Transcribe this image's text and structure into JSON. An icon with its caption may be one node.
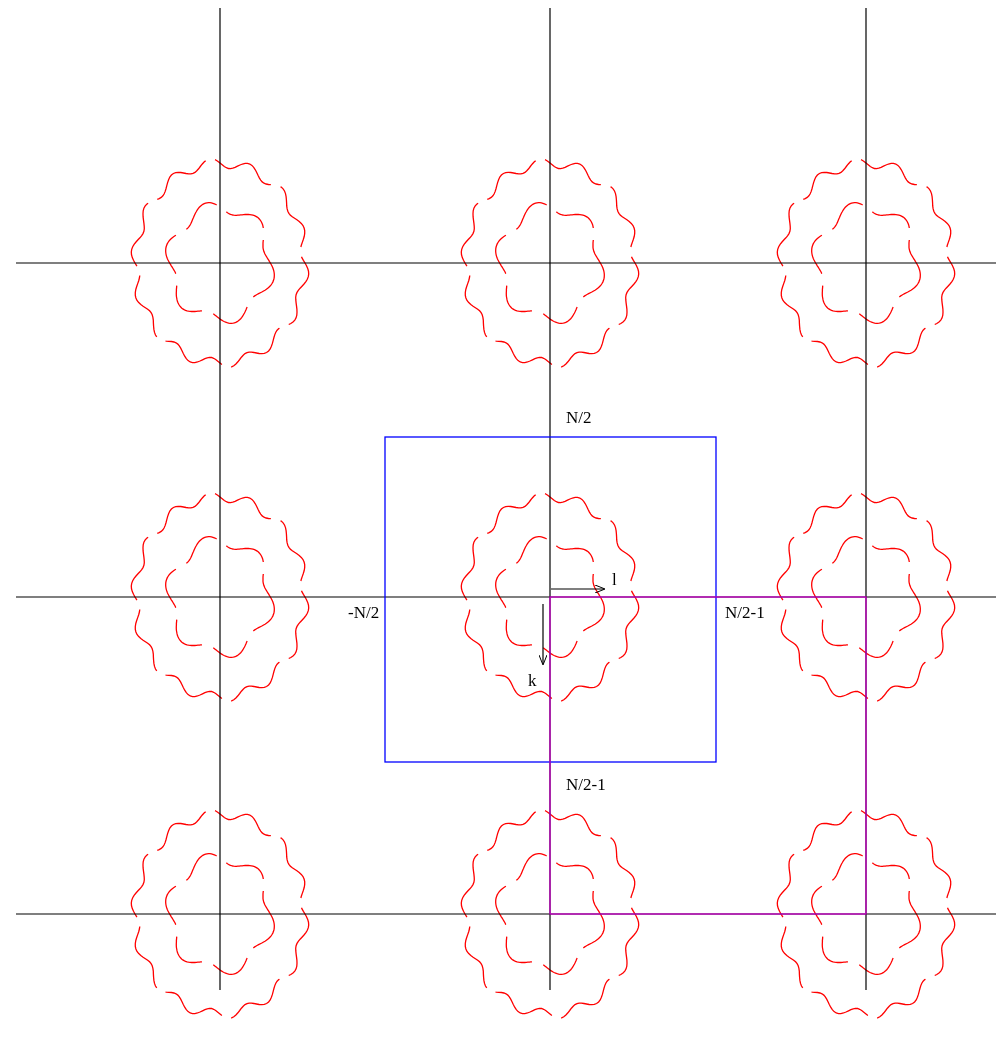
{
  "diagram": {
    "labels": [
      "N/2",
      "-N/2",
      "N/2-1",
      "N/2-1",
      "l",
      "k"
    ]
  }
}
